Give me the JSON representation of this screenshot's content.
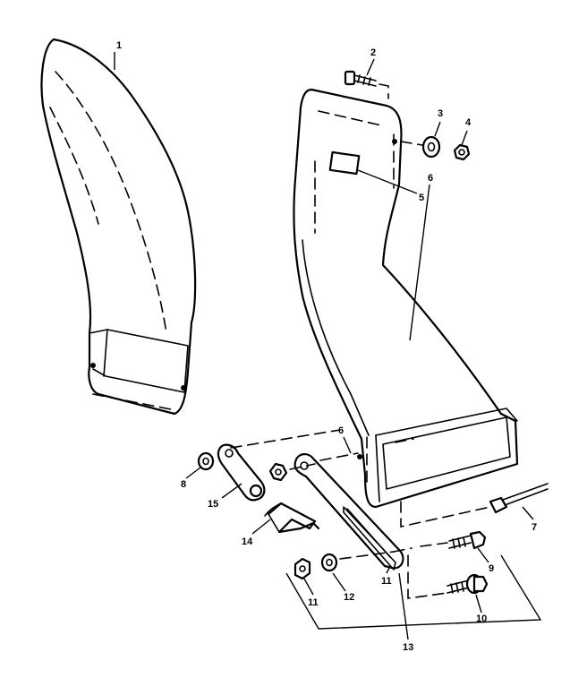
{
  "diagram": {
    "callouts": [
      {
        "id": "c1",
        "text": "1"
      },
      {
        "id": "c2",
        "text": "2"
      },
      {
        "id": "c3",
        "text": "3"
      },
      {
        "id": "c4",
        "text": "4"
      },
      {
        "id": "c5",
        "text": "5"
      },
      {
        "id": "c6a",
        "text": "6"
      },
      {
        "id": "c6b",
        "text": "6"
      },
      {
        "id": "c7",
        "text": "7"
      },
      {
        "id": "c8",
        "text": "8"
      },
      {
        "id": "c9",
        "text": "9"
      },
      {
        "id": "c10",
        "text": "10"
      },
      {
        "id": "c11a",
        "text": "11"
      },
      {
        "id": "c11b",
        "text": "11"
      },
      {
        "id": "c12",
        "text": "12"
      },
      {
        "id": "c13",
        "text": "13"
      },
      {
        "id": "c14",
        "text": "14"
      },
      {
        "id": "c15",
        "text": "15"
      }
    ]
  }
}
